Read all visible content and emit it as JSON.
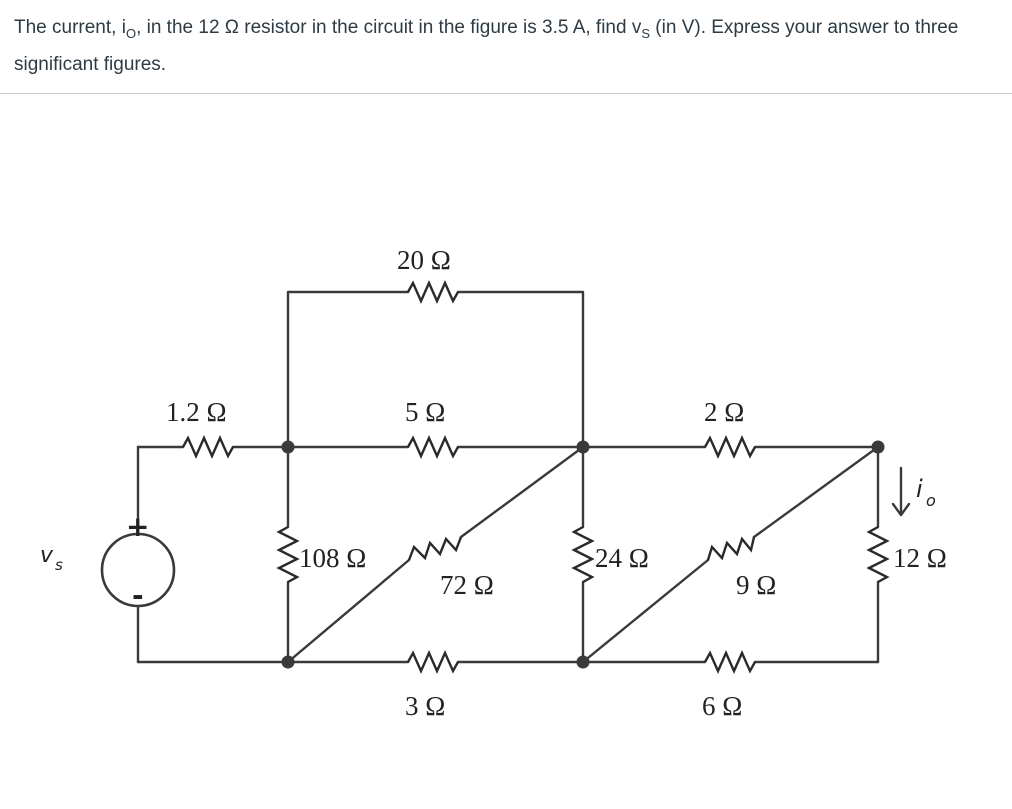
{
  "question": {
    "prefix": "The current, i",
    "io_sub": "O",
    "middle": ", in the 12 Ω resistor in the circuit in the figure is 3.5 A, find v",
    "vs_sub": "S",
    "suffix": " (in V). Express your answer to three significant figures."
  },
  "circuit": {
    "resistors": {
      "r_20": "20 Ω",
      "r_1_2": "1.2 Ω",
      "r_5": "5 Ω",
      "r_2": "2 Ω",
      "r_108": "108 Ω",
      "r_72": "72 Ω",
      "r_24": "24 Ω",
      "r_9": "9 Ω",
      "r_12": "12 Ω",
      "r_3": "3 Ω",
      "r_6": "6 Ω"
    },
    "source": {
      "label": "v",
      "label_sub": "s",
      "plus": "+",
      "minus": "-"
    },
    "current": {
      "label": "i",
      "label_sub": "o"
    }
  }
}
